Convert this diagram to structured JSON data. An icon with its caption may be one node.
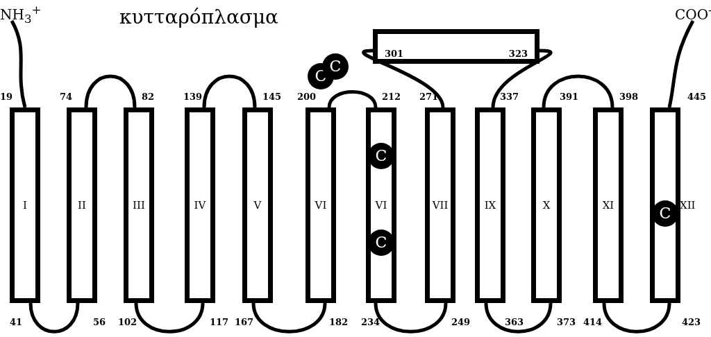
{
  "diagram": {
    "nodes": [
      {
        "text": [
          "NH$_{3}$$^{+}$"
        ]
      },
      {
        "text": [
          "COO$^{-}$"
        ]
      },
      {
        "text": [
          "301",
          "323"
        ]
      },
      {
        "text": [
          "I"
        ],
        "beside": [
          "19",
          "41"
        ]
      },
      {
        "text": [
          "II"
        ],
        "beside": [
          "74",
          "56"
        ]
      },
      {
        "text": [
          "III"
        ],
        "beside": [
          "82",
          "102"
        ]
      },
      {
        "text": [
          "IV"
        ],
        "beside": [
          "139",
          "117"
        ]
      },
      {
        "text": [
          "V"
        ],
        "beside": [
          "145",
          "167"
        ]
      },
      {
        "text": [
          "VI"
        ],
        "beside": [
          "200",
          "182"
        ]
      },
      {
        "text": [
          "VI"
        ],
        "beside": [
          "212",
          "234"
        ]
      },
      {
        "text": [
          "VII"
        ],
        "beside": [
          "271",
          "249"
        ]
      },
      {
        "text": [
          "IX"
        ],
        "beside": [
          "337",
          "363"
        ]
      },
      {
        "text": [
          "X"
        ],
        "beside": [
          "391",
          "373"
        ]
      },
      {
        "text": [
          "XI"
        ],
        "beside": [
          "398",
          "414"
        ]
      },
      {
        "text": [
          "XII"
        ],
        "beside": [
          "445",
          "423"
        ]
      },
      {
        "text": [
          "C"
        ]
      },
      {
        "text": [
          "C"
        ]
      },
      {
        "text": [
          "C"
        ],
        "in": 9
      },
      {
        "text": [
          "C"
        ],
        "in": 9
      },
      {
        "text": [
          "C"
        ],
        "in": 14
      }
    ],
    "edges": [
      {
        "from": 0,
        "to": 3,
        "arrow": "none"
      },
      {
        "from": 3,
        "to": 4,
        "arrow": "none"
      },
      {
        "from": 4,
        "to": 5,
        "arrow": "none"
      },
      {
        "from": 5,
        "to": 6,
        "arrow": "none"
      },
      {
        "from": 6,
        "to": 7,
        "arrow": "none"
      },
      {
        "from": 7,
        "to": 8,
        "arrow": "none"
      },
      {
        "from": 8,
        "to": 9,
        "arrow": "none"
      },
      {
        "from": 9,
        "to": 10,
        "arrow": "none"
      },
      {
        "from": 10,
        "to": 2,
        "arrow": "none"
      },
      {
        "from": 2,
        "to": 11,
        "arrow": "none"
      },
      {
        "from": 11,
        "to": 12,
        "arrow": "none"
      },
      {
        "from": 12,
        "to": 13,
        "arrow": "none"
      },
      {
        "from": 13,
        "to": 14,
        "arrow": "none"
      },
      {
        "from": 14,
        "to": 1,
        "arrow": "none"
      }
    ],
    "labels": [
      "κυτταρόπλασμα"
    ]
  }
}
